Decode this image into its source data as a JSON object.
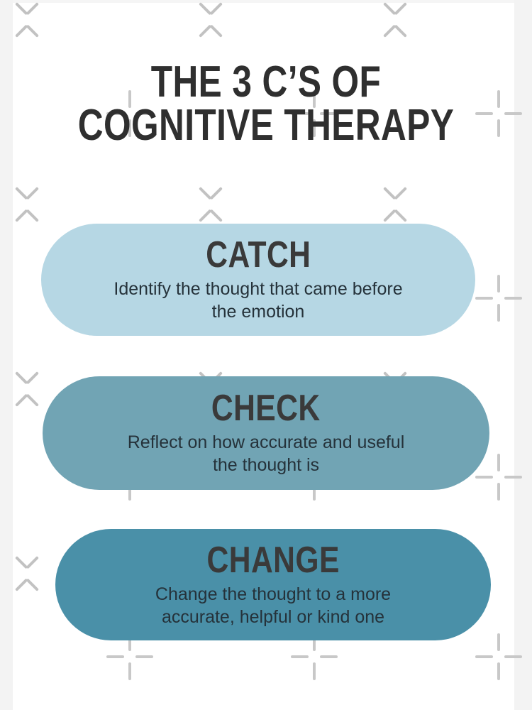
{
  "poster": {
    "title_lines": [
      "THE 3 C’S OF",
      "COGNITIVE THERAPY"
    ],
    "background_color": "#ffffff",
    "edge_band_color": "#f3f3f3",
    "pattern": {
      "x_mark_color": "#c2c2c2",
      "plus_mark_color": "#c8c8c8",
      "x_icon_name": "x-cross-decoration",
      "plus_icon_name": "plus-cross-decoration"
    },
    "title_color": "#2f2f2f"
  },
  "cards": [
    {
      "title": "CATCH",
      "description": "Identify the thought that came before the emotion",
      "color": "#b6d7e4",
      "title_color": "#3a3a3a",
      "text_color": "#25323a"
    },
    {
      "title": "CHECK",
      "description": "Reflect on how accurate and useful the thought is",
      "color": "#71a4b4",
      "title_color": "#3a3a3a",
      "text_color": "#25323a"
    },
    {
      "title": "CHANGE",
      "description": "Change the thought to a more accurate, helpful or kind one",
      "color": "#4a90a8",
      "title_color": "#3a3a3a",
      "text_color": "#25323a"
    }
  ]
}
